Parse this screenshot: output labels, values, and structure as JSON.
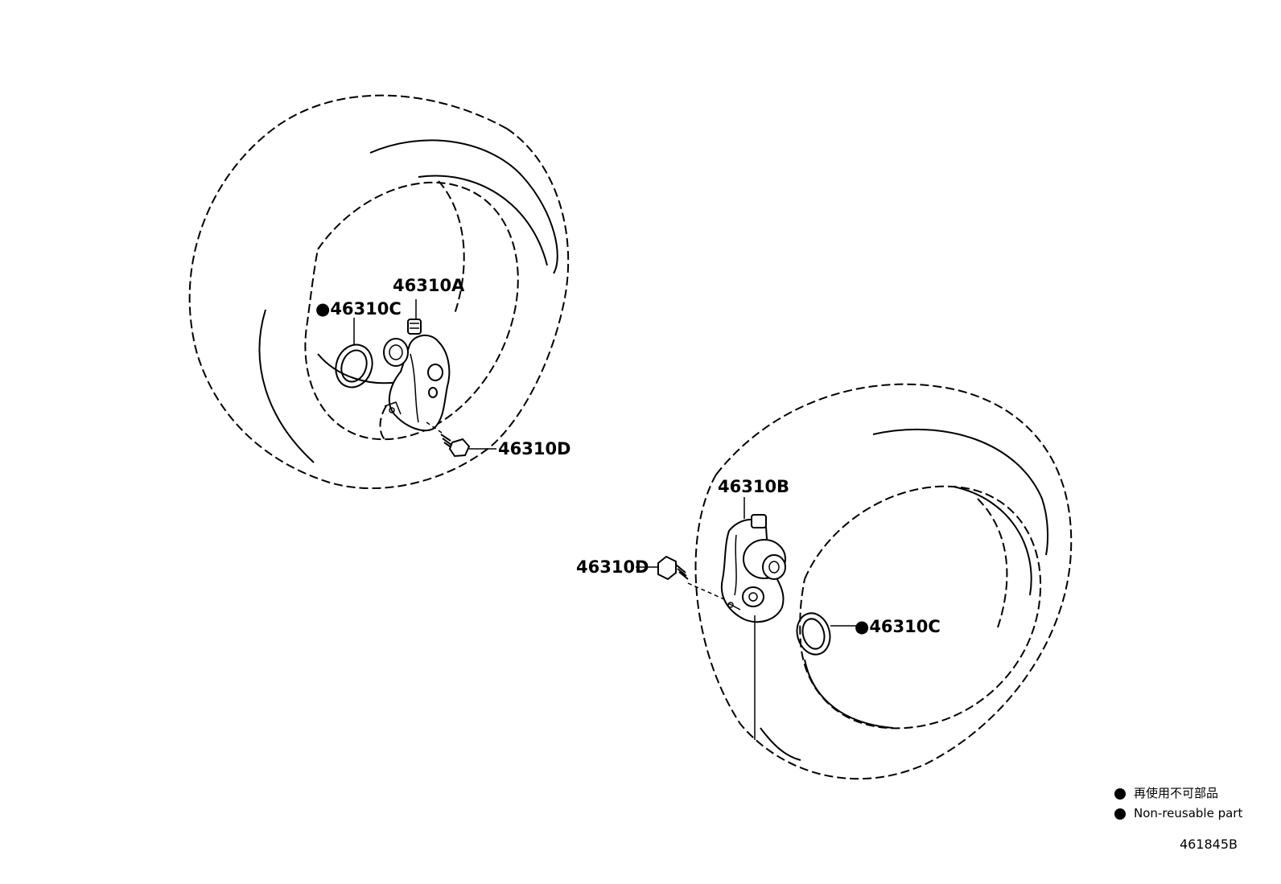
{
  "labels": {
    "left_ring": "●46310C",
    "left_motor": "46310A",
    "left_bolt": "46310D",
    "right_motor": "46310B",
    "right_bolt": "46310D",
    "right_ring": "●46310C"
  },
  "legend": {
    "japanese": "再使用不可部品",
    "english": "Non-reusable part"
  },
  "reference_code": "461845B"
}
